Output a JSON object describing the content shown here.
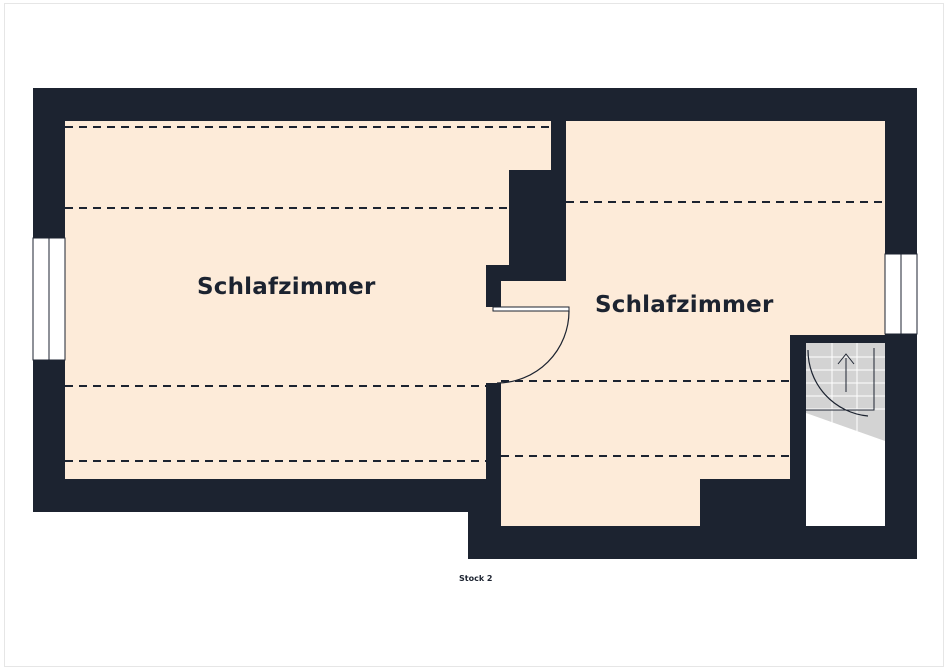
{
  "floor_plan": {
    "rooms": [
      {
        "label": "Schlafzimmer"
      },
      {
        "label": "Schlafzimmer"
      }
    ],
    "floor_caption": "Stock 2",
    "colors": {
      "wall": "#1c2330",
      "room_fill": "#fdebd9",
      "stair_fill": "#d3d3d3",
      "background": "#ffffff"
    }
  }
}
